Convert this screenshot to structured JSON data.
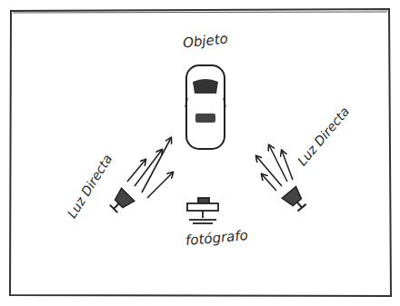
{
  "diagram": {
    "labels": [
      "Objeto",
      "Luz Directa",
      "Luz Directa",
      "fotógrafo"
    ]
  }
}
